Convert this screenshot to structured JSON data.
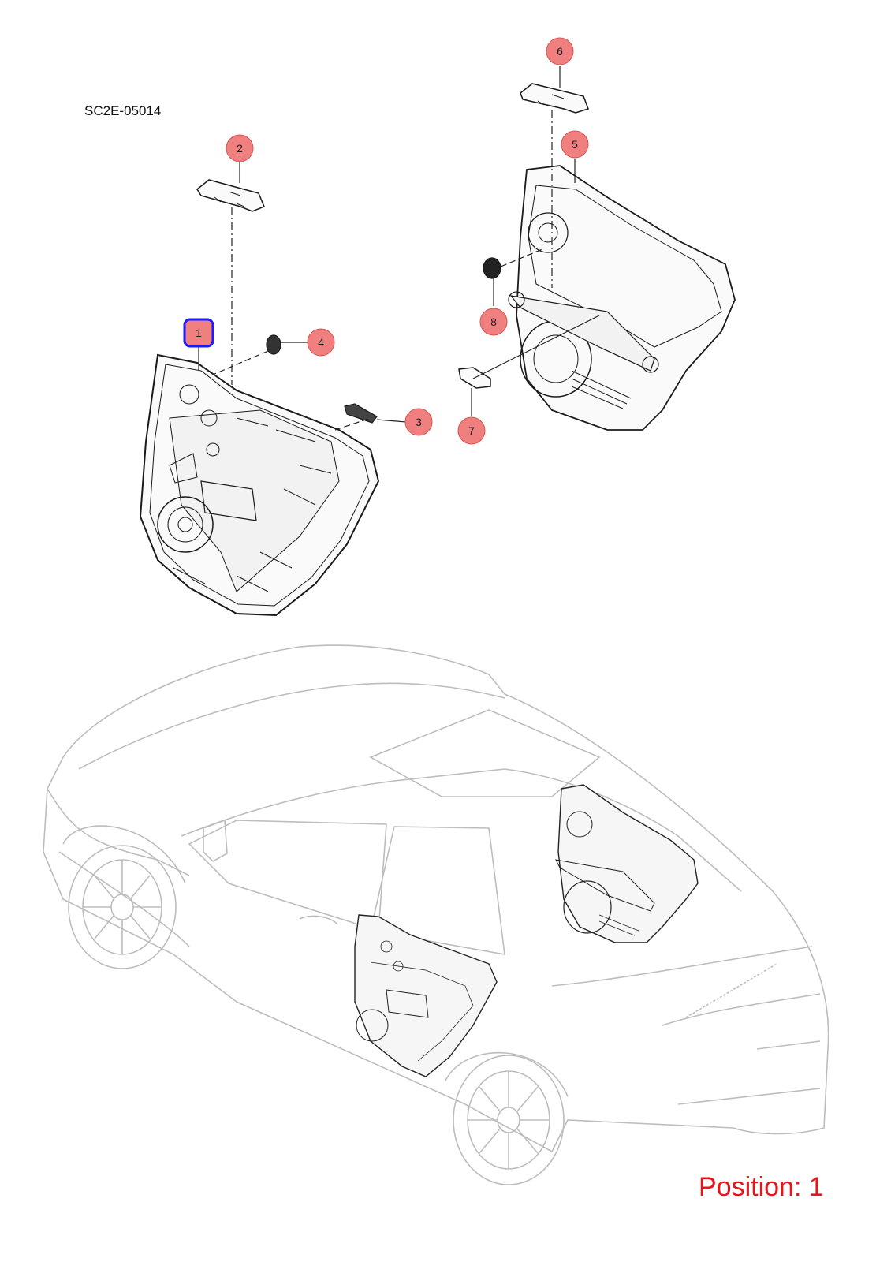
{
  "document_code": "SC2E-05014",
  "position_label": "Position: 1",
  "callouts": [
    {
      "number": "1",
      "selected": true
    },
    {
      "number": "2",
      "selected": false
    },
    {
      "number": "3",
      "selected": false
    },
    {
      "number": "4",
      "selected": false
    },
    {
      "number": "5",
      "selected": false
    },
    {
      "number": "6",
      "selected": false
    },
    {
      "number": "7",
      "selected": false
    },
    {
      "number": "8",
      "selected": false
    }
  ],
  "colors": {
    "callout_fill": "#f08080",
    "callout_stroke": "#d9534f",
    "selected_stroke": "#1a1aff",
    "position_text": "#e8141a",
    "car_outline": "#bdbdbd",
    "part_outline": "#1a1a1a"
  }
}
